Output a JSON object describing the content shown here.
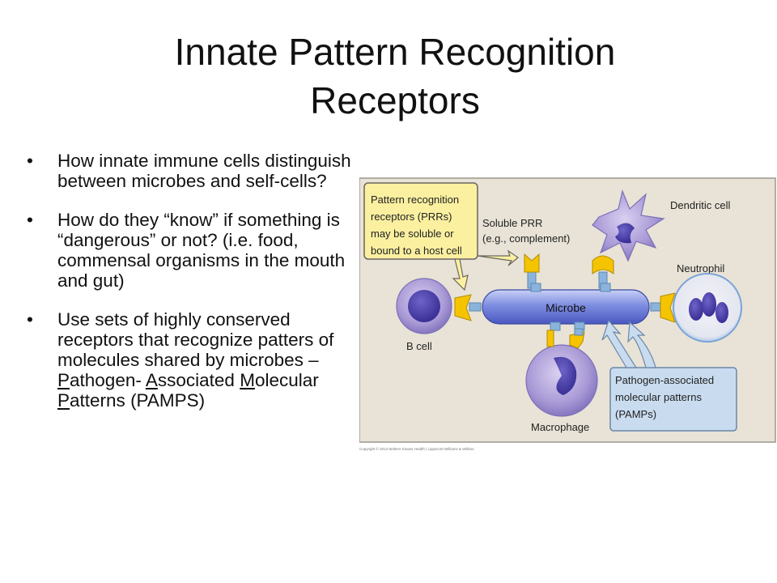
{
  "slide": {
    "title_line1": "Innate Pattern Recognition",
    "title_line2": "Receptors"
  },
  "bullets": [
    {
      "marker": "•",
      "text": "How innate immune cells distinguish between microbes and self-cells?"
    },
    {
      "marker": "•",
      "text": "How do they “know” if something is “dangerous” or not? (i.e. food, commensal organisms in the mouth and gut)"
    },
    {
      "marker": "•",
      "text_before": "Use sets of highly conserved receptors that recognize patters of molecules shared by microbes – ",
      "p_initial": "P",
      "p_rest": "athogen-",
      "a_initial": "A",
      "a_rest": "ssociated ",
      "m_initial": "M",
      "m_rest": "olecular ",
      "pt_initial": "P",
      "pt_rest": "atterns",
      "text_after": " (PAMPS)"
    }
  ],
  "figure": {
    "callout_prr": [
      "Pattern recognition",
      "receptors (PRRs)",
      "may be soluble or",
      "bound to a host cell"
    ],
    "soluble_prr": [
      "Soluble PRR",
      "(e.g., complement)"
    ],
    "dendritic_cell": "Dendritic cell",
    "neutrophil": "Neutrophil",
    "microbe": "Microbe",
    "b_cell": "B cell",
    "macrophage": "Macrophage",
    "callout_pamps": [
      "Pathogen-associated",
      "molecular patterns",
      "(PAMPs)"
    ],
    "copyright": "Copyright © 2013 Wolters Kluwer Health | Lippincott Williams & Wilkins",
    "colors": {
      "panel_bg": "#e8e3d6",
      "callout_yellow": "#fbf0a0",
      "callout_blue": "#c9dcef",
      "receptor_yellow": "#f5c400",
      "receptor_blue": "#8ab4dc",
      "microbe_blue": "#6f7fd8",
      "cell_purple": "#b7a9dc"
    }
  }
}
